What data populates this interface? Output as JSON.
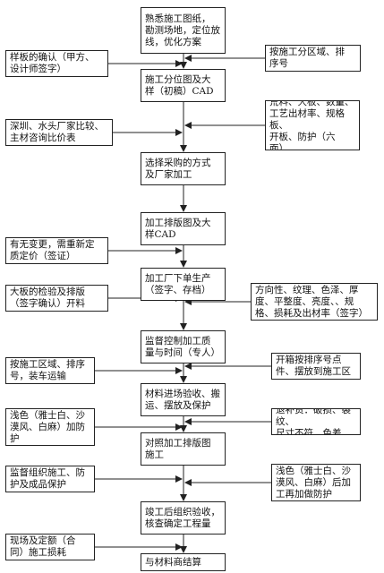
{
  "main_steps": [
    {
      "id": "s1",
      "text": "熟悉施工图纸，\n勘测场地，定位放\n线，优化方案"
    },
    {
      "id": "s2",
      "text": "施工分位图及大\n样（初稿）CAD"
    },
    {
      "id": "s3",
      "text": "选择采购的方式\n及厂家加工"
    },
    {
      "id": "s4",
      "text": "加工排版图及大\n样CAD"
    },
    {
      "id": "s5",
      "text": "加工厂下单生产\n（签字、存档）"
    },
    {
      "id": "s6",
      "text": "监督控制加工质\n量与时间（专人）"
    },
    {
      "id": "s7",
      "text": "材料进场验收、搬\n运、摆放及保护"
    },
    {
      "id": "s8",
      "text": "对照加工排版图\n施工"
    },
    {
      "id": "s9",
      "text": "竣工后组织验收，\n核查确定工程量"
    },
    {
      "id": "s10",
      "text": "与材料商结算"
    }
  ],
  "left_notes": [
    {
      "id": "l1",
      "text": "样板的确认（甲方、\n设计师签字）"
    },
    {
      "id": "l2",
      "text": "深圳、水头厂家比较、\n主材咨询比价表"
    },
    {
      "id": "l3",
      "text": "有无变更，需重新定\n质定价（签证）"
    },
    {
      "id": "l4",
      "text": "大板的检验及排版\n（签字确认）开料"
    },
    {
      "id": "l5",
      "text": "按施工区域、排序\n号，装车运输"
    },
    {
      "id": "l6",
      "text": "浅色（雅士白、沙\n漠风、白麻）加防\n护"
    },
    {
      "id": "l7",
      "text": "监督组织施工、防\n护及成品保护"
    },
    {
      "id": "l8",
      "text": "现场及定额（合\n同）施工损耗"
    }
  ],
  "right_notes": [
    {
      "id": "r1",
      "text": "按施工分区域、排\n序号"
    },
    {
      "id": "r2",
      "text": "荒料、大板、数量、\n工艺出材率、规格\n板、\n开板、防护（六面）、"
    },
    {
      "id": "r3",
      "text": "方向性、纹理、色泽、厚\n度、平整度、亮度、、规\n格、损耗及出材率（签字）"
    },
    {
      "id": "r4",
      "text": "开箱按排序号点\n件、摆放到施工区"
    },
    {
      "id": "r5",
      "text": "退补货：破损、裂纹、\n尺寸不符、色差"
    },
    {
      "id": "r6",
      "text": "浅色（雅士白、沙\n漠风、白麻）后加\n工再加做防护"
    }
  ],
  "colors": {
    "line": "#222222",
    "box_fill": "#ffffff",
    "text": "#111111"
  }
}
